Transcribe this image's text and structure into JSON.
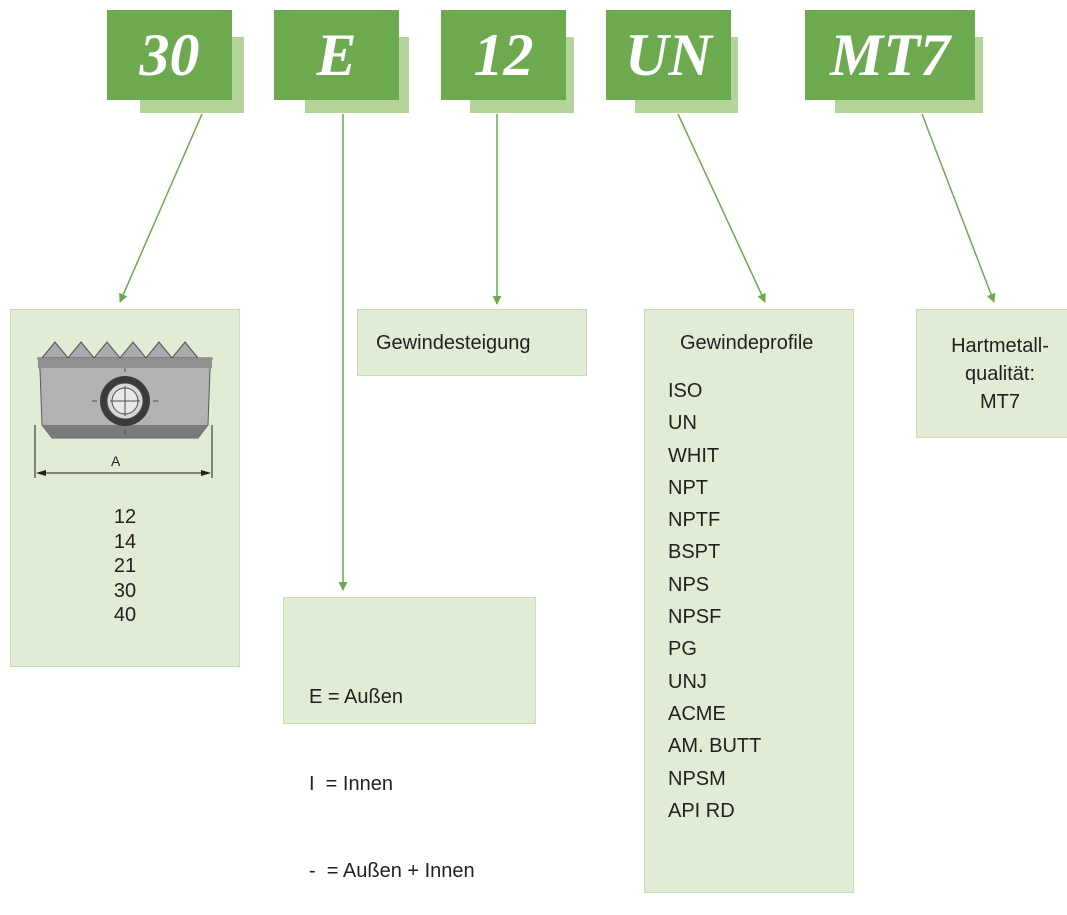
{
  "codes": {
    "c1": "30",
    "c2": "E",
    "c3": "12",
    "c4": "UN",
    "c5": "MT7"
  },
  "size_panel": {
    "dimension_label": "A",
    "sizes": [
      "12",
      "14",
      "21",
      "30",
      "40"
    ]
  },
  "direction_panel": {
    "lines": [
      "E = Außen",
      "I  = Innen",
      "-  = Außen + Innen"
    ]
  },
  "pitch_panel": {
    "label": "Gewindesteigung"
  },
  "profile_panel": {
    "title": "Gewindeprofile",
    "items": [
      "ISO",
      "UN",
      "WHIT",
      "NPT",
      "NPTF",
      "BSPT",
      "NPS",
      "NPSF",
      "PG",
      "UNJ",
      "ACME",
      "AM. BUTT",
      "NPSM",
      "API RD"
    ]
  },
  "grade_panel": {
    "lines": [
      "Hartmetall-",
      "qualität:",
      "MT7"
    ]
  },
  "colors": {
    "code_box": "#6daa4f",
    "code_shadow": "#b5d49a",
    "panel_bg": "#e1ecd5",
    "arrow": "#6daa4f"
  }
}
